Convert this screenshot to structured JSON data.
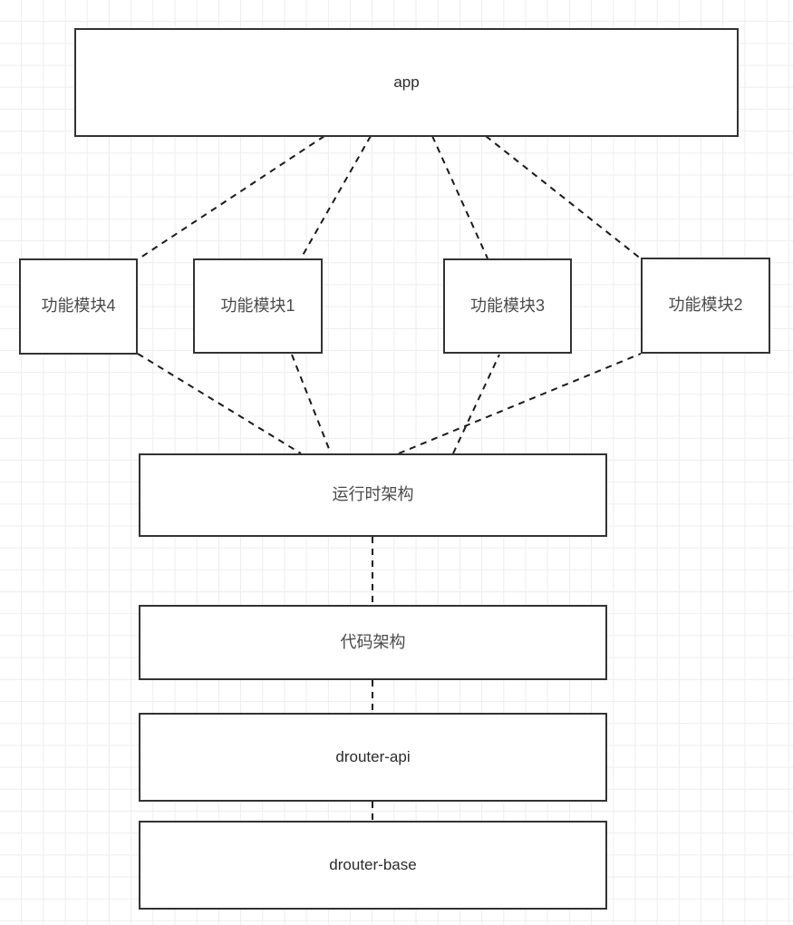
{
  "diagram": {
    "title_node": {
      "label": "app"
    },
    "modules": [
      {
        "label": "功能模块4"
      },
      {
        "label": "功能模块1"
      },
      {
        "label": "功能模块3"
      },
      {
        "label": "功能模块2"
      }
    ],
    "layers": [
      {
        "label": "运行时架构"
      },
      {
        "label": "代码架构"
      },
      {
        "label": "drouter-api"
      },
      {
        "label": "drouter-base"
      }
    ],
    "style": {
      "node_border_color": "#333333",
      "node_fill": "#ffffff",
      "edge_color": "#1a1a1a",
      "grid_color": "#ededed",
      "text_color": "#2b2b2b",
      "cjk_text_color": "#4a4a4a"
    },
    "edges": [
      {
        "from": "app",
        "to": "功能模块4",
        "style": "dashed"
      },
      {
        "from": "app",
        "to": "功能模块1",
        "style": "dashed"
      },
      {
        "from": "app",
        "to": "功能模块3",
        "style": "dashed"
      },
      {
        "from": "app",
        "to": "功能模块2",
        "style": "dashed"
      },
      {
        "from": "功能模块4",
        "to": "运行时架构",
        "style": "dashed"
      },
      {
        "from": "功能模块1",
        "to": "运行时架构",
        "style": "dashed"
      },
      {
        "from": "功能模块3",
        "to": "运行时架构",
        "style": "dashed"
      },
      {
        "from": "功能模块2",
        "to": "运行时架构",
        "style": "dashed"
      },
      {
        "from": "运行时架构",
        "to": "代码架构",
        "style": "dashed"
      },
      {
        "from": "代码架构",
        "to": "drouter-api",
        "style": "dashed"
      },
      {
        "from": "drouter-api",
        "to": "drouter-base",
        "style": "dashed"
      }
    ]
  }
}
